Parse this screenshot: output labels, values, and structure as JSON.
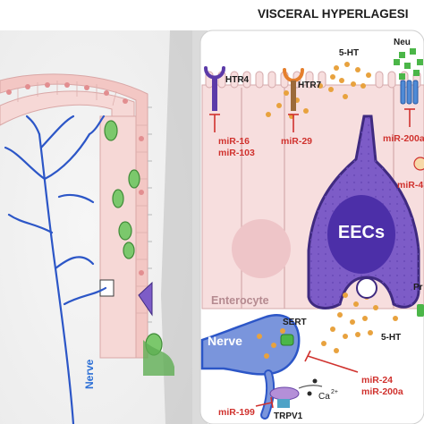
{
  "title": "VISCERAL HYPERLAGESI",
  "labels": {
    "ht5_top": "5-HT",
    "neu": "Neu",
    "htr4": "HTR4",
    "htr7": "HTR7",
    "eecs": "EECs",
    "enterocyte": "Enterocyte",
    "sert": "SERT",
    "ht5_bottom": "5-HT",
    "nerve_right": "Nerve",
    "nerve_left": "Nerve",
    "trpv1": "TRPV1",
    "ca": "Ca",
    "ca_sup": "2+",
    "pr": "Pr"
  },
  "mirnas": {
    "m16": "miR-16",
    "m103": "miR-103",
    "m29": "miR-29",
    "m200a_top": "miR-200a",
    "m4": "miR-4",
    "m24": "miR-24",
    "m200a_bottom": "miR-200a",
    "m199": "miR-199"
  },
  "colors": {
    "enterocyte_fill": "#f7dede",
    "enterocyte_stroke": "#d4a9ab",
    "eec_fill": "#7d5cc7",
    "eec_stroke": "#3f2a80",
    "nerve": "#2c56c7",
    "nerve_cell": "#7a95dc",
    "mirna": "#d0322e",
    "serotonin": "#e8a23e",
    "neu_green": "#4bb648"
  }
}
